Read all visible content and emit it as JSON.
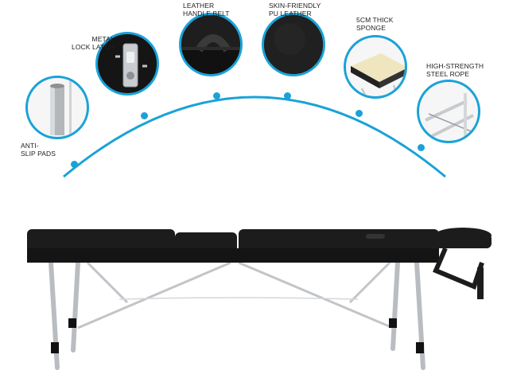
{
  "features": [
    {
      "id": "anti-slip-pads",
      "label": "ANTI-\nSLIP PADS"
    },
    {
      "id": "metal-lock-latch",
      "label": "METAL\nLOCK LATCH"
    },
    {
      "id": "leather-handle-belt",
      "label": "LEATHER\nHANDLE BELT"
    },
    {
      "id": "skin-friendly-pu-leather",
      "label": "SKIN-FRIENDLY\nPU LEATHER"
    },
    {
      "id": "5cm-thick-sponge",
      "label": "5CM THICK\nSPONGE"
    },
    {
      "id": "high-strength-steel-rope",
      "label": "HIGH-STRENGTH\nSTEEL ROPE"
    }
  ],
  "colors": {
    "accent": "#1aa2d8",
    "table_black": "#1c1c1c",
    "aluminium": "#b9bcc0",
    "sponge": "#efe6c0"
  }
}
